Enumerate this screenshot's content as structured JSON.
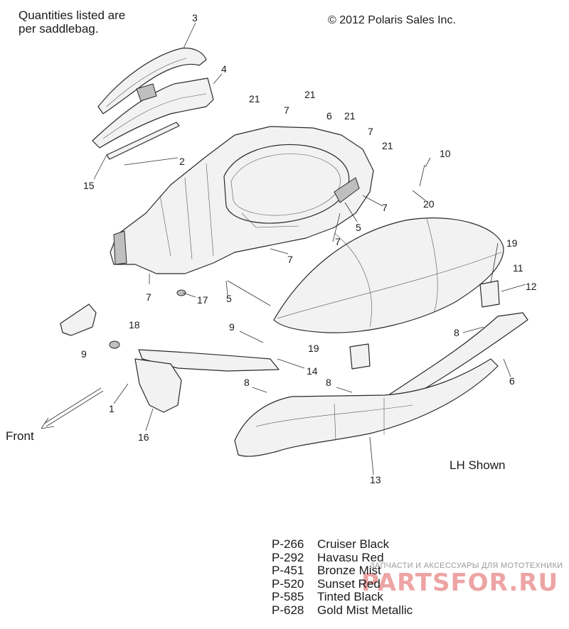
{
  "header": {
    "note": "Quantities listed are\nper saddlebag.",
    "copyright": "© 2012 Polaris Sales Inc."
  },
  "labels": {
    "front": "Front",
    "side": "LH Shown"
  },
  "callouts": [
    "3",
    "4",
    "21",
    "21",
    "7",
    "6",
    "21",
    "7",
    "21",
    "10",
    "2",
    "15",
    "7",
    "20",
    "5",
    "7",
    "7",
    "19",
    "11",
    "12",
    "7",
    "17",
    "5",
    "8",
    "18",
    "9",
    "9",
    "19",
    "14",
    "6",
    "8",
    "8",
    "1",
    "16",
    "13"
  ],
  "legend": [
    {
      "code": "P-266",
      "name": "Cruiser Black"
    },
    {
      "code": "P-292",
      "name": "Havasu Red"
    },
    {
      "code": "P-451",
      "name": "Bronze Mist"
    },
    {
      "code": "P-520",
      "name": "Sunset Red"
    },
    {
      "code": "P-585",
      "name": "Tinted Black"
    },
    {
      "code": "P-628",
      "name": "Gold Mist Metallic"
    }
  ],
  "watermark": {
    "tagline": "ЗАПЧАСТИ И АКСЕССУАРЫ ДЛЯ МОТОТЕХНИКИ",
    "logo": "PARTSFOR.RU"
  }
}
